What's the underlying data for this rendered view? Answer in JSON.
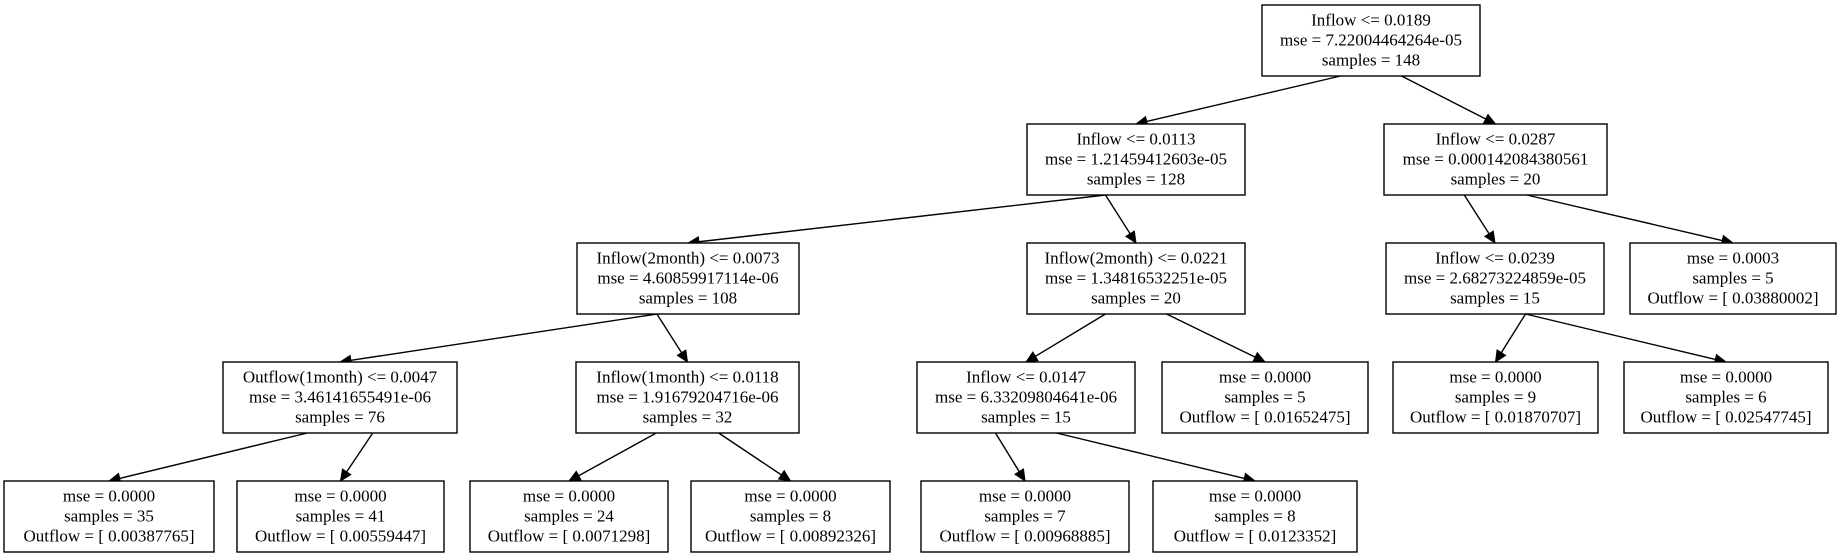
{
  "tree": {
    "nodes": {
      "n0": {
        "lines": [
          "Inflow <= 0.0189",
          "mse = 7.22004464264e-05",
          "samples = 148"
        ]
      },
      "n1": {
        "lines": [
          "Inflow <= 0.0113",
          "mse = 1.21459412603e-05",
          "samples = 128"
        ]
      },
      "n2": {
        "lines": [
          "Inflow <= 0.0287",
          "mse = 0.000142084380561",
          "samples = 20"
        ]
      },
      "n3": {
        "lines": [
          "Inflow(2month) <= 0.0073",
          "mse = 4.60859917114e-06",
          "samples = 108"
        ]
      },
      "n4": {
        "lines": [
          "Inflow(2month) <= 0.0221",
          "mse = 1.34816532251e-05",
          "samples = 20"
        ]
      },
      "n5": {
        "lines": [
          "Inflow <= 0.0239",
          "mse = 2.68273224859e-05",
          "samples = 15"
        ]
      },
      "n6": {
        "lines": [
          "mse = 0.0003",
          "samples = 5",
          "Outflow = [ 0.03880002]"
        ]
      },
      "n7": {
        "lines": [
          "Outflow(1month) <= 0.0047",
          "mse = 3.46141655491e-06",
          "samples = 76"
        ]
      },
      "n8": {
        "lines": [
          "Inflow(1month) <= 0.0118",
          "mse = 1.91679204716e-06",
          "samples = 32"
        ]
      },
      "n9": {
        "lines": [
          "Inflow <= 0.0147",
          "mse = 6.33209804641e-06",
          "samples = 15"
        ]
      },
      "n10": {
        "lines": [
          "mse = 0.0000",
          "samples = 5",
          "Outflow = [ 0.01652475]"
        ]
      },
      "n11": {
        "lines": [
          "mse = 0.0000",
          "samples = 9",
          "Outflow = [ 0.01870707]"
        ]
      },
      "n12": {
        "lines": [
          "mse = 0.0000",
          "samples = 6",
          "Outflow = [ 0.02547745]"
        ]
      },
      "n13": {
        "lines": [
          "mse = 0.0000",
          "samples = 35",
          "Outflow = [ 0.00387765]"
        ]
      },
      "n14": {
        "lines": [
          "mse = 0.0000",
          "samples = 41",
          "Outflow = [ 0.00559447]"
        ]
      },
      "n15": {
        "lines": [
          "mse = 0.0000",
          "samples = 24",
          "Outflow = [ 0.0071298]"
        ]
      },
      "n16": {
        "lines": [
          "mse = 0.0000",
          "samples = 8",
          "Outflow = [ 0.00892326]"
        ]
      },
      "n17": {
        "lines": [
          "mse = 0.0000",
          "samples = 7",
          "Outflow = [ 0.00968885]"
        ]
      },
      "n18": {
        "lines": [
          "mse = 0.0000",
          "samples = 8",
          "Outflow = [ 0.0123352]"
        ]
      }
    },
    "edges": [
      [
        "n0",
        "n1"
      ],
      [
        "n0",
        "n2"
      ],
      [
        "n1",
        "n3"
      ],
      [
        "n1",
        "n4"
      ],
      [
        "n2",
        "n5"
      ],
      [
        "n2",
        "n6"
      ],
      [
        "n3",
        "n7"
      ],
      [
        "n3",
        "n8"
      ],
      [
        "n4",
        "n9"
      ],
      [
        "n4",
        "n10"
      ],
      [
        "n5",
        "n11"
      ],
      [
        "n5",
        "n12"
      ],
      [
        "n7",
        "n13"
      ],
      [
        "n7",
        "n14"
      ],
      [
        "n8",
        "n15"
      ],
      [
        "n8",
        "n16"
      ],
      [
        "n9",
        "n17"
      ],
      [
        "n9",
        "n18"
      ]
    ]
  }
}
